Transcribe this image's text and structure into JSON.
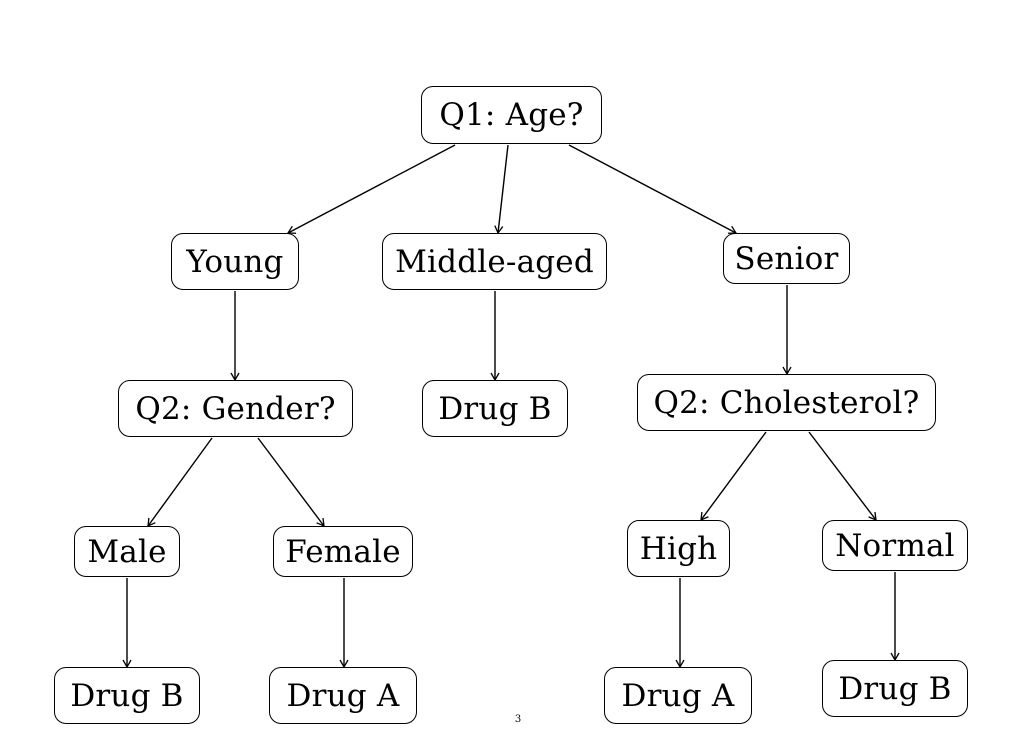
{
  "tree": {
    "root": "Q1: Age?",
    "age_groups": {
      "young": "Young",
      "middle_aged": "Middle-aged",
      "senior": "Senior"
    },
    "questions": {
      "gender": "Q2: Gender?",
      "cholesterol": "Q2: Cholesterol?"
    },
    "branches": {
      "male": "Male",
      "female": "Female",
      "high": "High",
      "normal": "Normal"
    },
    "outcomes": {
      "middle_aged": "Drug B",
      "male": "Drug B",
      "female": "Drug A",
      "high": "Drug A",
      "normal": "Drug B"
    }
  },
  "page_number": "3"
}
